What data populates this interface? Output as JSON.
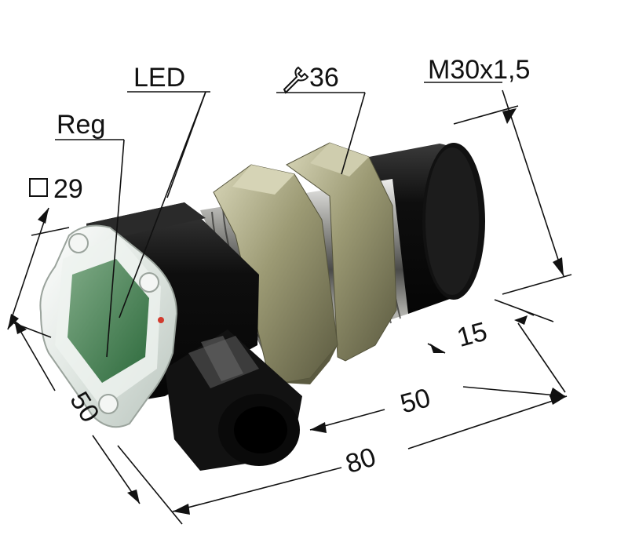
{
  "labels": {
    "thread": "M30x1,5",
    "wrench_size": "36",
    "led": "LED",
    "reg": "Reg",
    "square_size": "29",
    "dim_15": "15",
    "dim_50_body": "50",
    "dim_80": "80",
    "dim_50_head": "50"
  },
  "icons": {
    "wrench": "wrench-icon",
    "square": "square-icon"
  },
  "colors": {
    "body_black": "#141414",
    "steel": "#8a8a86",
    "brass_nut": "#a3a07a",
    "led_green": "#3f7d4d",
    "lens": "#e8eee9"
  }
}
